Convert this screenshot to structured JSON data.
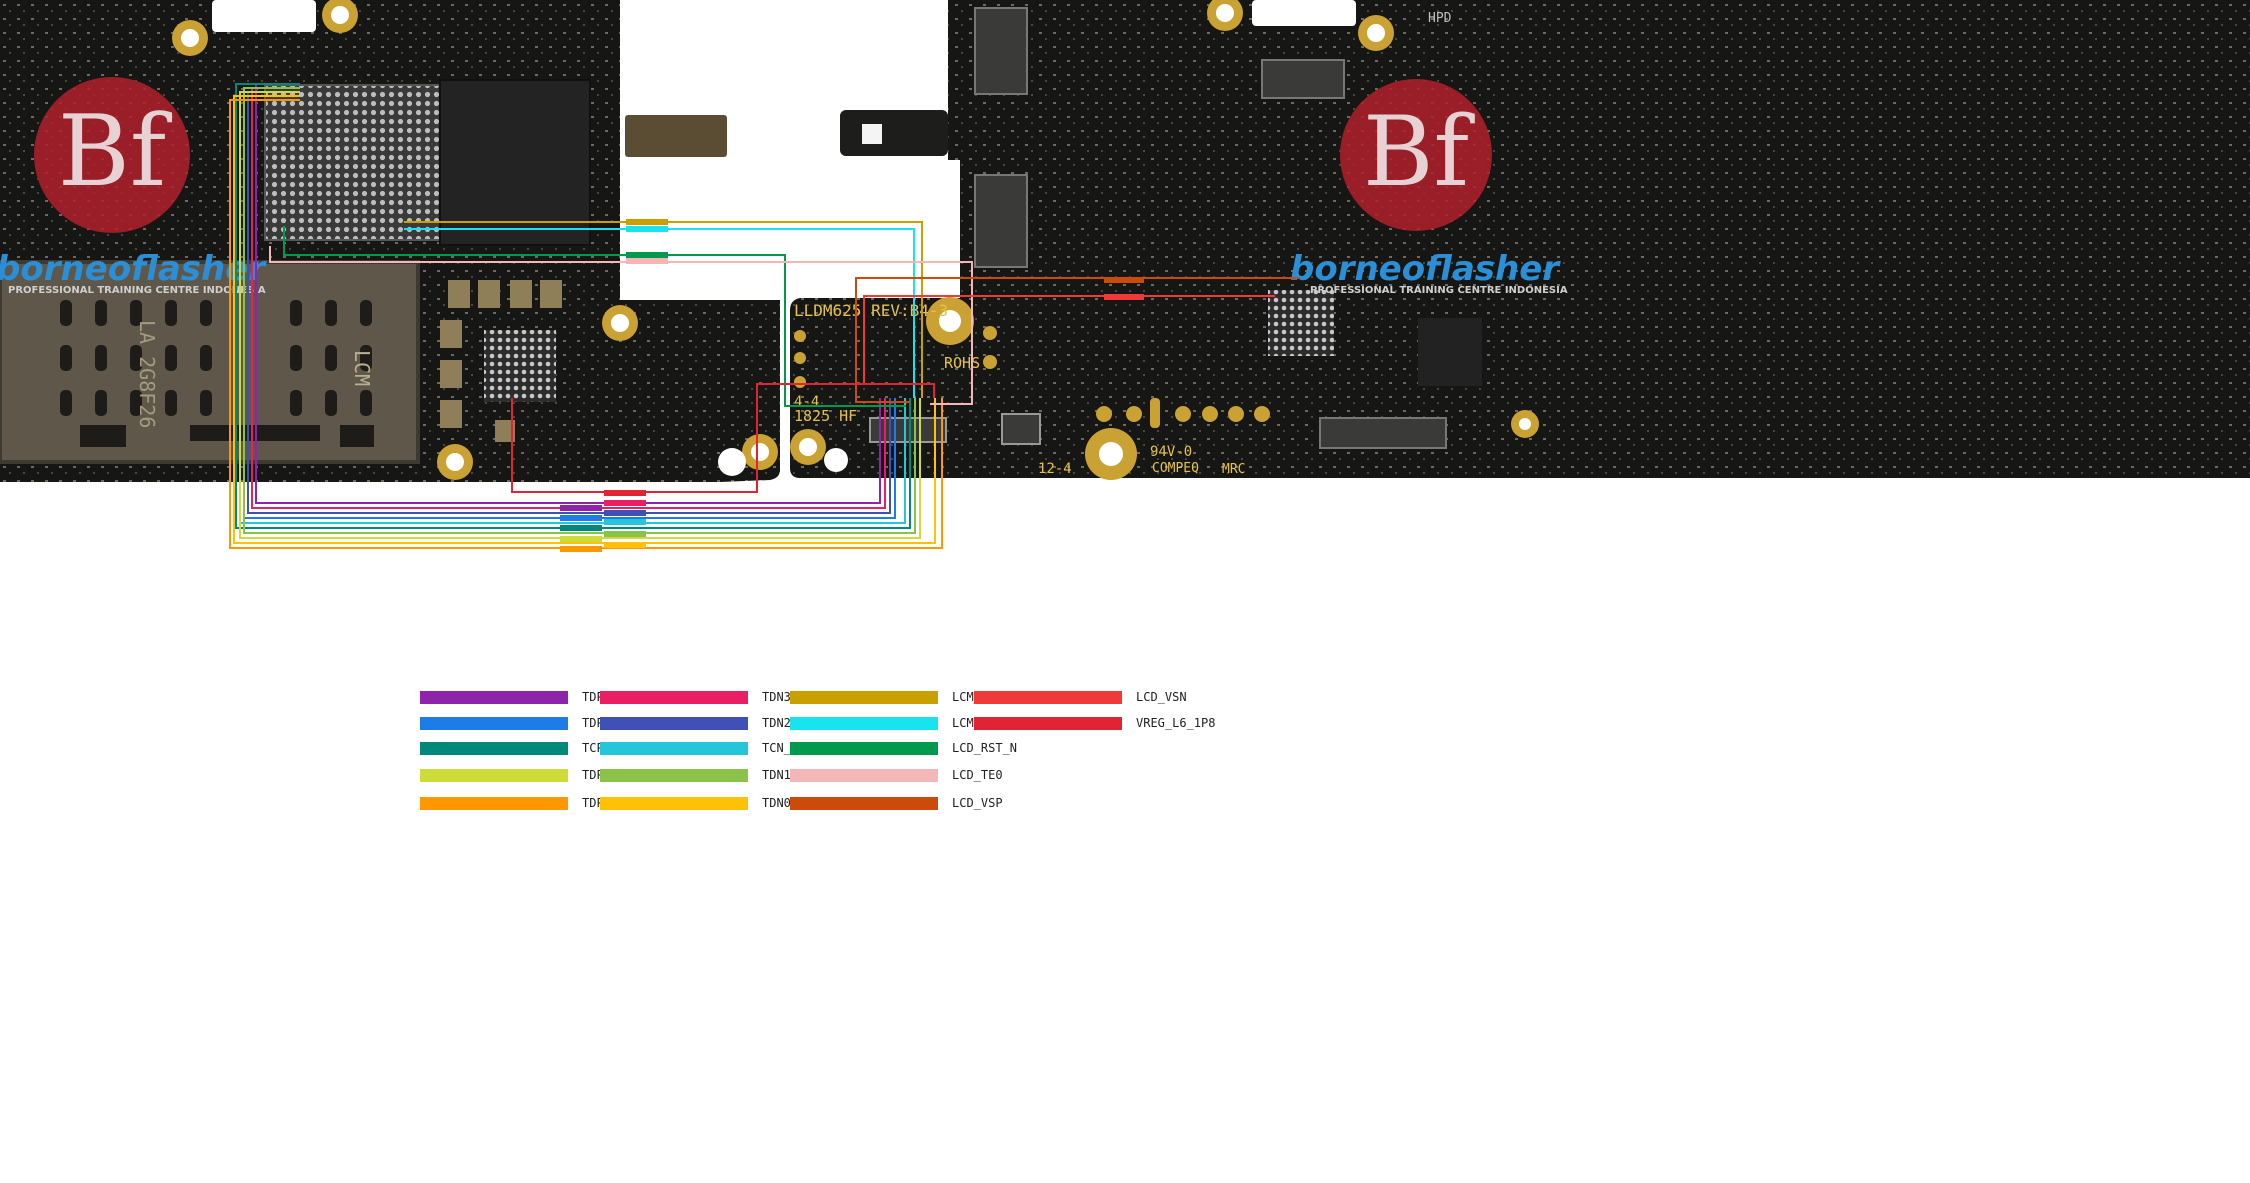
{
  "watermark": {
    "brand": "borneoflasher",
    "tagline": "PROFESSIONAL TRAINING CENTRE INDONESIA"
  },
  "board_markings": {
    "model": "LLDM625 REV:B4-3",
    "rohs": "ROHS",
    "code_4_4": "4-4",
    "date_code": "1825 HF",
    "code_12_4": "12-4",
    "rating": "94V-0",
    "maker": "COMPEQ",
    "mrc": "MRC",
    "lcm": "LCM",
    "sim_code": "LA 2G8F26",
    "hpd": "HPD"
  },
  "colors": {
    "board": "#151514",
    "gold": "#c9a233",
    "TDP3_LCM": "#8e24aa",
    "TDP2_LCM": "#1e7ce8",
    "TCP_LCM": "#00897b",
    "TDP1_LCM": "#cddc39",
    "TDP0_LCM": "#ff9800",
    "TDN3_LCM": "#e91e63",
    "TDN2_LCM": "#3f51b5",
    "TCN_LCM": "#26c6da",
    "TDN1_LCM": "#8bc34a",
    "TDN0_LCM": "#ffc107",
    "LCM_ID0": "#c9a000",
    "LCM_ID1": "#18e4f0",
    "LCD_RST_N": "#00994d",
    "LCD_TE0": "#f4b6b6",
    "LCD_VSP": "#cc4a0a",
    "LCD_VSN": "#f03a3a",
    "VREG_L6_1P8": "#e02434"
  },
  "legend": [
    {
      "label": "TDP3_LCM",
      "color": "#8e24aa"
    },
    {
      "label": "TDP2_LCM",
      "color": "#1e7ce8"
    },
    {
      "label": "TCP_LCM",
      "color": "#00897b"
    },
    {
      "label": "TDP1_LCM",
      "color": "#cddc39"
    },
    {
      "label": "TDP0_LCM",
      "color": "#ff9800"
    },
    {
      "label": "TDN3_LCM",
      "color": "#e91e63"
    },
    {
      "label": "TDN2_LCM",
      "color": "#3f51b5"
    },
    {
      "label": "TCN_LCM",
      "color": "#26c6da"
    },
    {
      "label": "TDN1_LCM",
      "color": "#8bc34a"
    },
    {
      "label": "TDN0_LCM",
      "color": "#ffc107"
    },
    {
      "label": "LCM_ID0",
      "color": "#c9a000"
    },
    {
      "label": "LCM_ID1",
      "color": "#18e4f0"
    },
    {
      "label": "LCD_RST_N",
      "color": "#00994d"
    },
    {
      "label": "LCD_TE0",
      "color": "#f4b6b6"
    },
    {
      "label": "LCD_VSP",
      "color": "#cc4a0a"
    },
    {
      "label": "LCD_VSN",
      "color": "#f03a3a"
    },
    {
      "label": "VREG_L6_1P8",
      "color": "#e02434"
    }
  ]
}
